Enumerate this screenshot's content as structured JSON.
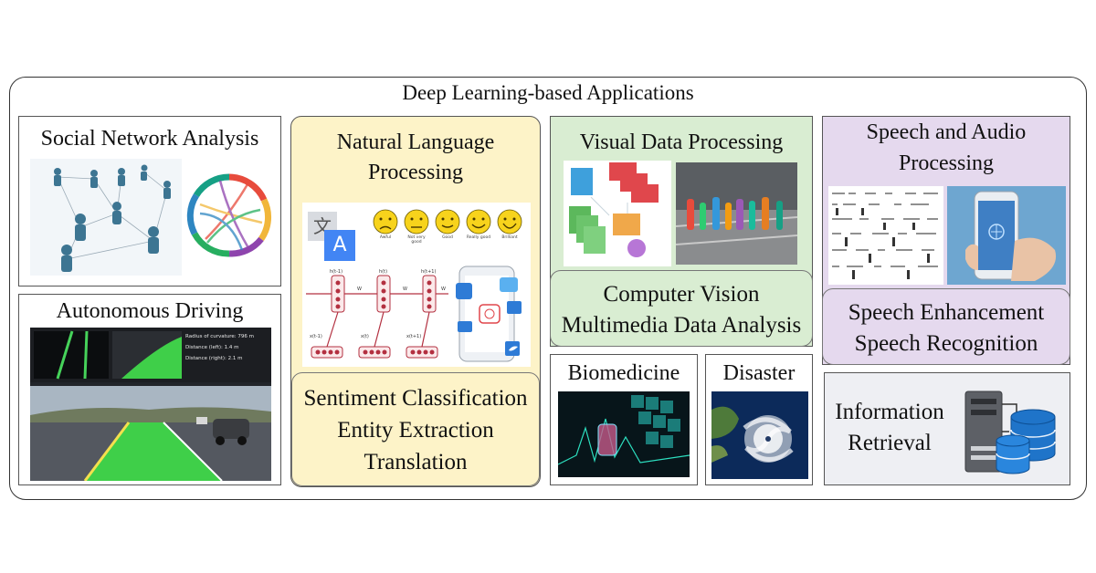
{
  "title": "Deep Learning-based Applications",
  "social": {
    "title": "Social Network Analysis"
  },
  "driving": {
    "title": "Autonomous Driving",
    "hud": [
      {
        "label": "Radius of curvature:",
        "value": "796 m"
      },
      {
        "label": "Distance (left):",
        "value": "1.4 m"
      },
      {
        "label": "Distance (right):",
        "value": "2.1 m"
      }
    ]
  },
  "nlp": {
    "title_line1": "Natural Language",
    "title_line2": "Processing",
    "translate_glyph": "文",
    "translate_letter": "A",
    "emoji_labels": [
      "Awful",
      "Not very good",
      "Good",
      "Really good",
      "Brilliant"
    ],
    "rnn_labels": [
      "h(t-1)",
      "h(t)",
      "h(t+1)",
      "W",
      "W",
      "W",
      "x(t-1)",
      "x(t)",
      "x(t+1)"
    ],
    "tasks": [
      "Sentiment Classification",
      "Entity Extraction",
      "Translation"
    ]
  },
  "visual": {
    "title": "Visual Data Processing",
    "items": [
      "Computer Vision",
      "Multimedia Data Analysis"
    ]
  },
  "biomedicine": {
    "title": "Biomedicine"
  },
  "disaster": {
    "title": "Disaster"
  },
  "speech": {
    "title_line1": "Speech and Audio",
    "title_line2": "Processing",
    "items": [
      "Speech Enhancement",
      "Speech Recognition"
    ]
  },
  "retrieval": {
    "title_line1": "Information",
    "title_line2": "Retrieval"
  },
  "colors": {
    "nlp_bg": "#fdf3c8",
    "visual_bg": "#d9edd2",
    "speech_bg": "#e5d9ee",
    "retrieval_bg": "#eeeff3",
    "lane_green": "#3fcf49",
    "db_blue": "#1f74c9"
  }
}
